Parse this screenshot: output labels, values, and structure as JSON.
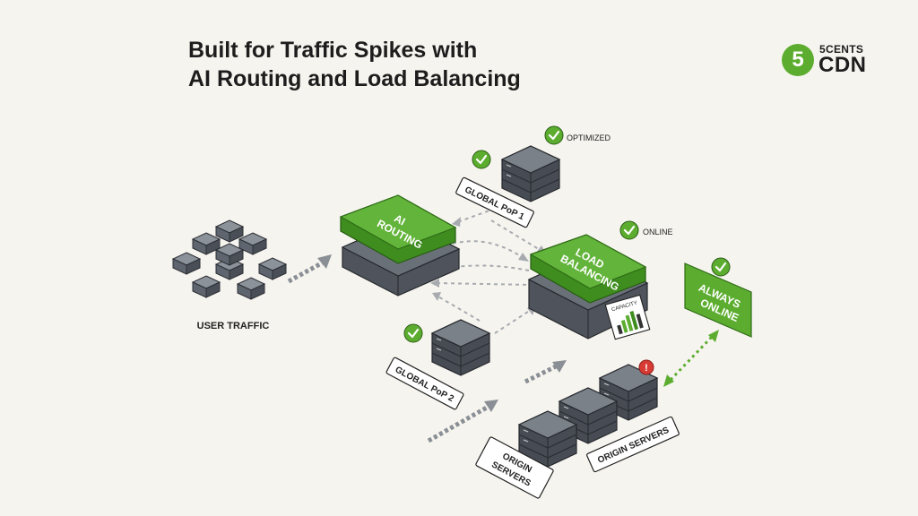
{
  "header": {
    "title_line1": "Built for Traffic Spikes with",
    "title_line2": "AI Routing and Load Balancing"
  },
  "brand": {
    "badge": "5",
    "name_top": "5CENTS",
    "name_bottom": "CDN"
  },
  "diagram": {
    "user_traffic_label": "USER TRAFFIC",
    "ai_routing_line1": "AI",
    "ai_routing_line2": "ROUTING",
    "load_balancing_line1": "LOAD",
    "load_balancing_line2": "BALANCING",
    "capacity_label": "CAPACITY",
    "global_pop_1": "GLOBAL PoP 1",
    "global_pop_2": "GLOBAL PoP 2",
    "optimized_label": "OPTIMIZED",
    "online_label": "ONLINE",
    "always_online_line1": "ALWAYS",
    "always_online_line2": "ONLINE",
    "origin_servers_left_line1": "ORIGIN",
    "origin_servers_left_line2": "SERVERS",
    "origin_servers_right": "ORIGIN SERVERS",
    "alert_symbol": "!"
  },
  "colors": {
    "accent_green": "#5cad2f",
    "server_gray": "#5f656e",
    "alert_red": "#d83a34",
    "background": "#f6f4ee"
  },
  "icons": [
    "check-icon",
    "alert-icon",
    "server-icon",
    "arrow-icon"
  ]
}
